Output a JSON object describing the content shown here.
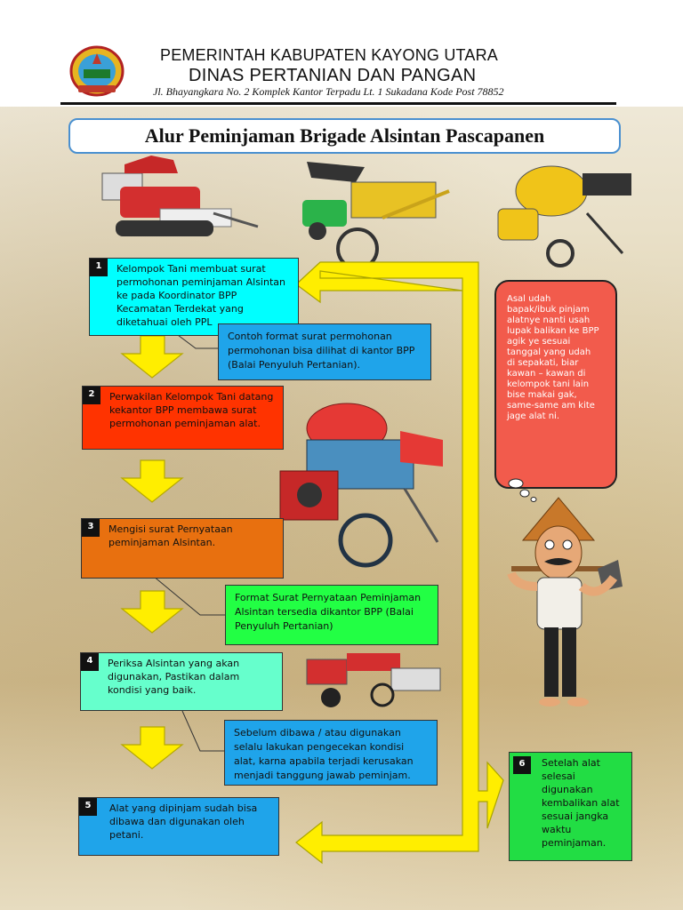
{
  "header": {
    "line1": "PEMERINTAH KABUPATEN KAYONG UTARA",
    "line2": "DINAS PERTANIAN DAN PANGAN",
    "address": "Jl. Bhayangkara No. 2 Komplek Kantor Terpadu Lt. 1  Sukadana Kode Post 78852"
  },
  "title": "Alur Peminjaman Brigade Alsintan Pascapanen",
  "steps": [
    {
      "num": "1",
      "text": "Kelompok Tani membuat surat permohonan peminjaman Alsintan ke pada Koordinator BPP Kecamatan Terdekat yang diketahuai oleh PPL",
      "color": "#00ffff"
    },
    {
      "num": "2",
      "text": "Perwakilan Kelompok Tani datang kekantor BPP membawa surat permohonan peminjaman alat.",
      "color": "#ff3300"
    },
    {
      "num": "3",
      "text": "Mengisi surat Pernyataan peminjaman Alsintan.",
      "color": "#e8700f"
    },
    {
      "num": "4",
      "text": "Periksa Alsintan yang akan digunakan, Pastikan dalam kondisi yang baik.",
      "color": "#66ffcc"
    },
    {
      "num": "5",
      "text": " Alat yang dipinjam sudah bisa dibawa dan digunakan oleh petani.",
      "color": "#1fa4ea"
    },
    {
      "num": "6",
      "text": "Setelah alat selesai digunakan kembalikan alat sesuai jangka waktu peminjaman.",
      "color": "#22dd44"
    }
  ],
  "notes": {
    "n1": "Contoh format surat permohonan permohonan bisa dilihat di kantor BPP (Balai Penyuluh Pertanian).",
    "n2": "Format Surat Pernyataan Peminjaman Alsintan tersedia dikantor BPP (Balai Penyuluh Pertanian)",
    "n3": "Sebelum dibawa / atau digunakan selalu lakukan pengecekan kondisi alat, karna apabila terjadi kerusakan menjadi tanggung jawab peminjam."
  },
  "thought_text": "Asal udah bapak/ibuk pinjam alatnye nanti usah lupak balikan ke BPP agik ye sesuai tanggal yang udah di sepakati, biar kawan – kawan di kelompok tani lain bise makai gak, same-same am kite  jage alat ni.",
  "colors": {
    "arrow_yellow": "#ffee00",
    "note_blue": "#1fa4ea",
    "note_green": "#22ff44",
    "thought_red": "#f25b4c"
  }
}
